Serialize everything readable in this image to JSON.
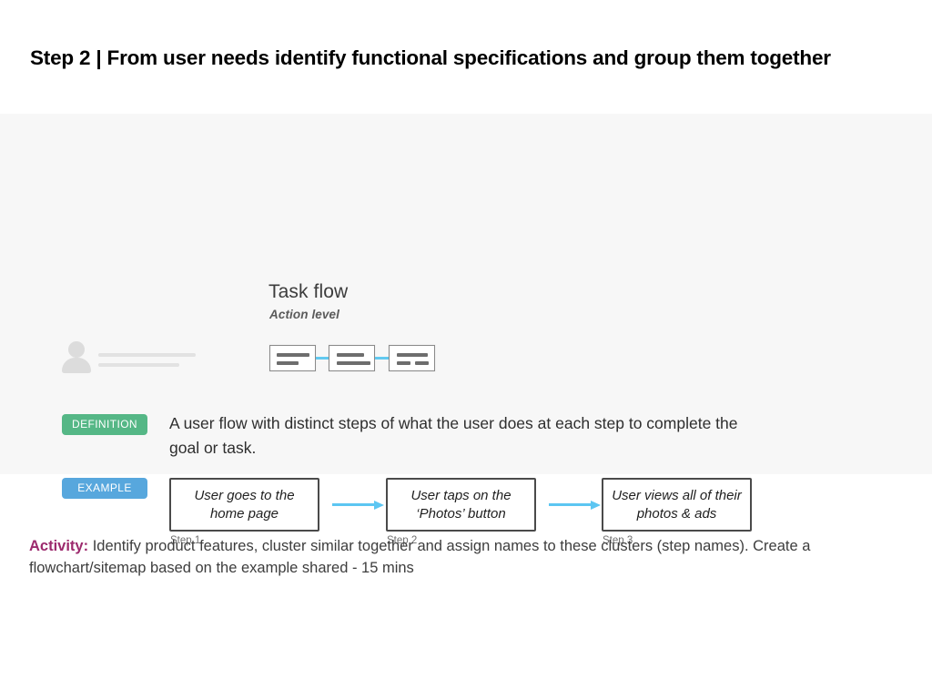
{
  "slide": {
    "title": "Step 2 | From user needs identify functional specifications and group them together"
  },
  "panel": {
    "heading": "Task flow",
    "subheading": "Action level",
    "avatar_icon": "person-avatar-icon",
    "mini_flow": {
      "connector_color": "#62c9ef",
      "boxes": [
        {
          "name": "mini-box-1"
        },
        {
          "name": "mini-box-2"
        },
        {
          "name": "mini-box-3"
        }
      ]
    },
    "definition": {
      "badge": "DEFINITION",
      "badge_color": "#55b786",
      "text": "A user flow with distinct steps of what the user does at each step to complete the goal or task."
    },
    "example": {
      "badge": "EXAMPLE",
      "badge_color": "#57a7dd",
      "arrow_color": "#5cc6f2",
      "steps": [
        {
          "text": "User goes to the home page",
          "caption": "Step 1"
        },
        {
          "text": "User taps on the ‘Photos’ button",
          "caption": "Step 2"
        },
        {
          "text": "User views all of their photos & ads",
          "caption": "Step 3"
        }
      ]
    }
  },
  "activity": {
    "label": "Activity:",
    "label_color": "#9c2a6d",
    "text": " Identify product features, cluster similar together and assign names to these clusters (step names). Create a flowchart/sitemap based on the example shared - 15 mins"
  }
}
